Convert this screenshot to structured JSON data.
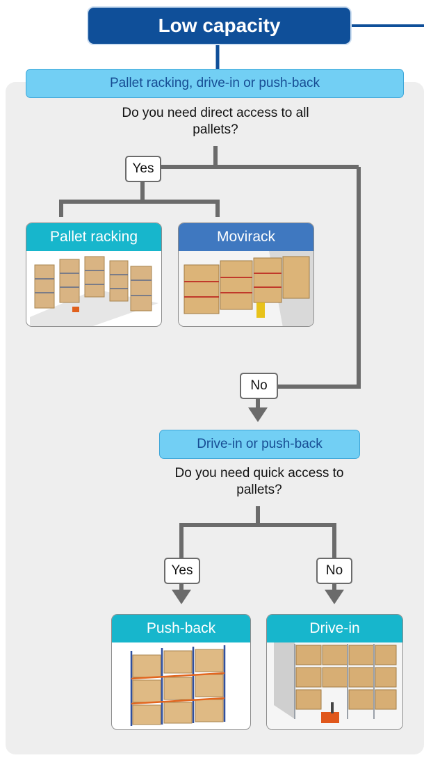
{
  "header": {
    "title": "Low capacity"
  },
  "top_question": {
    "category": "Pallet racking, drive-in or push-back",
    "question": "Do you need direct access to all pallets?"
  },
  "top_answers": {
    "yes": "Yes",
    "no": "No"
  },
  "direct_access_options": [
    {
      "label": "Pallet racking",
      "color": "#17b6cc"
    },
    {
      "label": "Movirack",
      "color": "#3f78c0"
    }
  ],
  "second_question": {
    "category": "Drive-in or push-back",
    "question": "Do you need quick access to pallets?"
  },
  "second_answers": {
    "yes": "Yes",
    "no": "No"
  },
  "final_options": [
    {
      "label": "Push-back",
      "color": "#17b6cc"
    },
    {
      "label": "Drive-in",
      "color": "#17b6cc"
    }
  ],
  "colors": {
    "header": "#0f4f99",
    "pill": "#72cff4",
    "connector": "#6b6b6b",
    "panel": "#eeeeee"
  }
}
